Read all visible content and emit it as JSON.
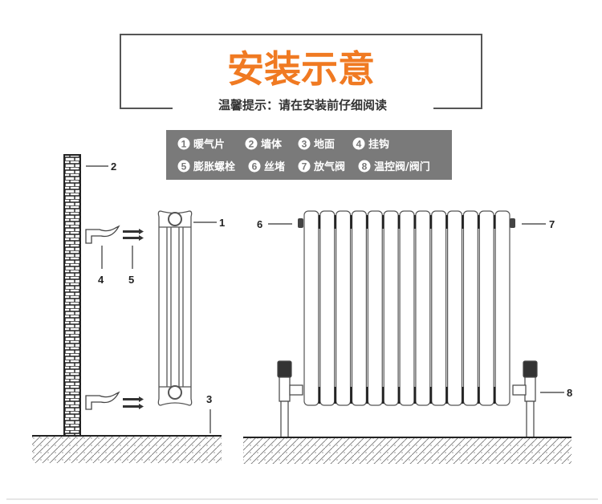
{
  "header": {
    "title": "安装示意",
    "subtitle": "温馨提示：请在安装前仔细阅读",
    "title_color": "#f07a22"
  },
  "legend": {
    "items": [
      {
        "num": "1",
        "label": "暖气片"
      },
      {
        "num": "2",
        "label": "墙体"
      },
      {
        "num": "3",
        "label": "地面"
      },
      {
        "num": "4",
        "label": "挂钩"
      },
      {
        "num": "5",
        "label": "膨胀螺栓"
      },
      {
        "num": "6",
        "label": "丝堵"
      },
      {
        "num": "7",
        "label": "放气阀"
      },
      {
        "num": "8",
        "label": "温控阀/阀门"
      }
    ],
    "bg_color": "#7a7a7a"
  },
  "callouts": {
    "c1": "1",
    "c2": "2",
    "c3": "3",
    "c4": "4",
    "c5": "5",
    "c6": "6",
    "c7": "7",
    "c8": "8"
  }
}
